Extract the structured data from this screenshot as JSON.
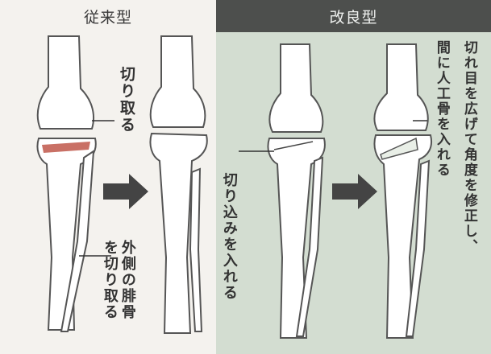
{
  "conventional": {
    "title": "従来型",
    "cut_label": "切り取る",
    "fibula_label_col1": "外側の腓骨",
    "fibula_label_col2": "を切り取る"
  },
  "improved": {
    "title": "改良型",
    "incision_label": "切り込みを入れる",
    "correction_label_col1": "切れ目を広げて角度を修正し、",
    "correction_label_col2": "間に人工骨を入れる"
  },
  "colors": {
    "left_bg": "#f4f2ee",
    "right_bg": "#d3ddd1",
    "header_bar": "#4d4f4d",
    "bone_fill": "#ffffff",
    "bone_outline": "#555555",
    "cut_wedge": "#c0574a",
    "arrow": "#444444"
  },
  "icons": [
    "right-arrow-icon",
    "right-arrow-icon"
  ]
}
